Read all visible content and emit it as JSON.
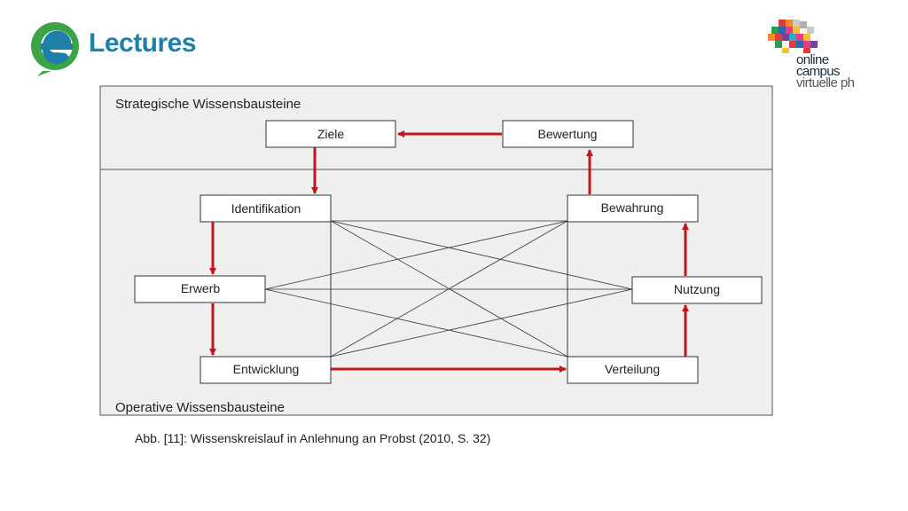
{
  "logo_left": {
    "text": "Lectures"
  },
  "logo_right": {
    "line1": "online",
    "line2": "campus",
    "line3": "virtuelle ph"
  },
  "diagram": {
    "section_top": "Strategische Wissensbausteine",
    "section_bottom": "Operative Wissensbausteine",
    "nodes": {
      "ziele": "Ziele",
      "bewertung": "Bewertung",
      "identifikation": "Identifikation",
      "bewahrung": "Bewahrung",
      "erwerb": "Erwerb",
      "nutzung": "Nutzung",
      "entwicklung": "Entwicklung",
      "verteilung": "Verteilung"
    },
    "colors": {
      "arrow": "#c0161c",
      "panel": "#efefef",
      "border": "#555555"
    }
  },
  "caption": "Abb. [11]: Wissenskreislauf in Anlehnung an Probst (2010, S. 32)"
}
